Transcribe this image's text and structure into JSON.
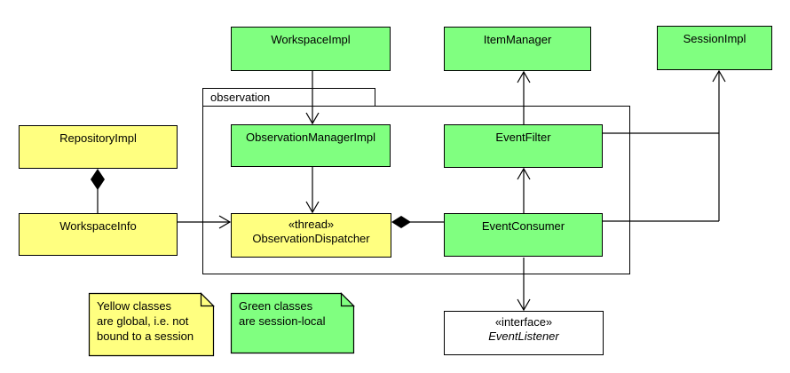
{
  "diagram": {
    "package": {
      "label": "observation"
    },
    "classes": {
      "workspace_impl": {
        "label": "WorkspaceImpl"
      },
      "item_manager": {
        "label": "ItemManager"
      },
      "session_impl": {
        "label": "SessionImpl"
      },
      "observation_manager_impl": {
        "label": "ObservationManagerImpl"
      },
      "event_filter": {
        "label": "EventFilter"
      },
      "observation_dispatcher": {
        "stereotype": "«thread»",
        "label": "ObservationDispatcher"
      },
      "event_consumer": {
        "label": "EventConsumer"
      },
      "repository_impl": {
        "label": "RepositoryImpl"
      },
      "workspace_info": {
        "label": "WorkspaceInfo"
      },
      "event_listener": {
        "stereotype": "«interface»",
        "label": "EventListener"
      }
    },
    "notes": {
      "yellow": {
        "text": "Yellow classes\nare global, i.e. not\nbound to a session"
      },
      "green": {
        "text": "Green classes\nare session-local"
      }
    },
    "colors": {
      "green": "#80FF80",
      "yellow": "#FFFF80",
      "line": "#000000",
      "background": "#FFFFFF"
    }
  }
}
